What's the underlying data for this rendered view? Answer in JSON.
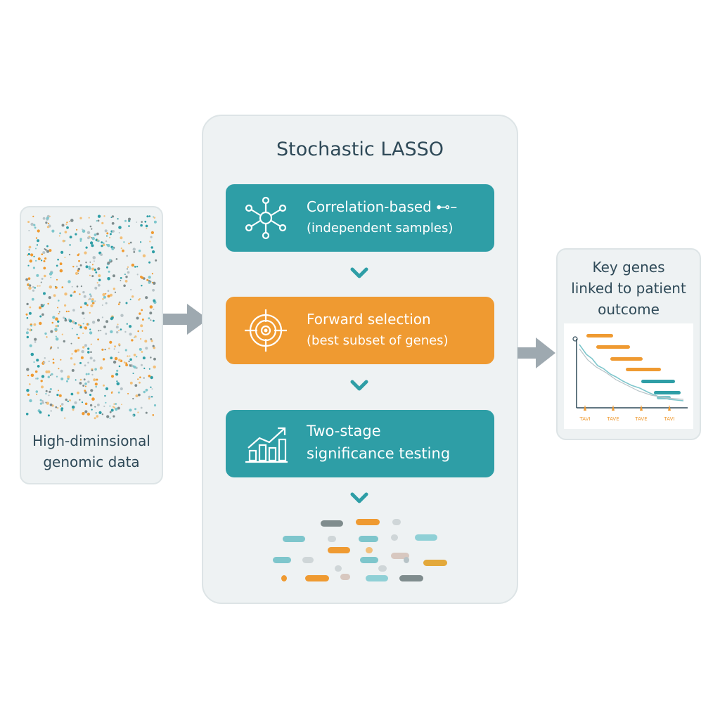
{
  "input": {
    "caption_line1": "High-diminsional",
    "caption_line2": "genomic data"
  },
  "method": {
    "title": "Stochastic LASSO",
    "steps": [
      {
        "line1": "Correlation-based ⊷–",
        "line2": "(independent samples)",
        "icon": "network-icon"
      },
      {
        "line1": "Forward selection",
        "line2": "(best subset of genes)",
        "icon": "target-icon"
      },
      {
        "line1": "Two-stage",
        "line2": "significance testing",
        "icon": "bar-trend-icon"
      }
    ]
  },
  "output": {
    "caption_line1": "Key genes",
    "caption_line2": "linked to patient",
    "caption_line3": "outcome",
    "chart_tick_labels": [
      "TAVI",
      "TAVE",
      "TAVE",
      "TAVI"
    ]
  },
  "colors": {
    "teal": "#2e9ea6",
    "orange": "#ef9a31",
    "slate": "#7f8c8d",
    "light_teal": "#7ec6cc",
    "light_blue": "#8fd0d6",
    "text": "#2f4a58",
    "panel": "#eef2f3",
    "arrow": "#9ea9b0"
  }
}
